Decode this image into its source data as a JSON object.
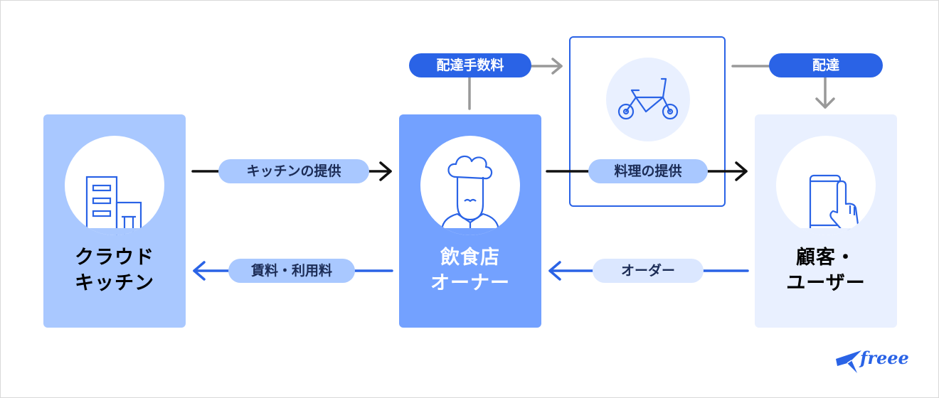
{
  "nodes": {
    "cloud_kitchen": {
      "line1": "クラウド",
      "line2": "キッチン"
    },
    "restaurant_owner": {
      "line1": "飲食店",
      "line2": "オーナー"
    },
    "customer_user": {
      "line1": "顧客・",
      "line2": "ユーザー"
    }
  },
  "labels": {
    "kitchen_provision": "キッチンの提供",
    "rent_fee": "賃料・利用料",
    "delivery_fee": "配達手数料",
    "food_provision": "料理の提供",
    "order": "オーダー",
    "delivery": "配達"
  },
  "logo": {
    "text": "freee"
  },
  "icons": [
    "building-icon",
    "chef-icon",
    "bicycle-icon",
    "smartphone-icon"
  ],
  "colors": {
    "card_cloud": "#a9c8ff",
    "card_owner": "#73a1ff",
    "card_customer": "#e9f0ff",
    "accent_blue": "#2a63e6",
    "arrow_black": "#111111",
    "arrow_gray": "#999999"
  }
}
